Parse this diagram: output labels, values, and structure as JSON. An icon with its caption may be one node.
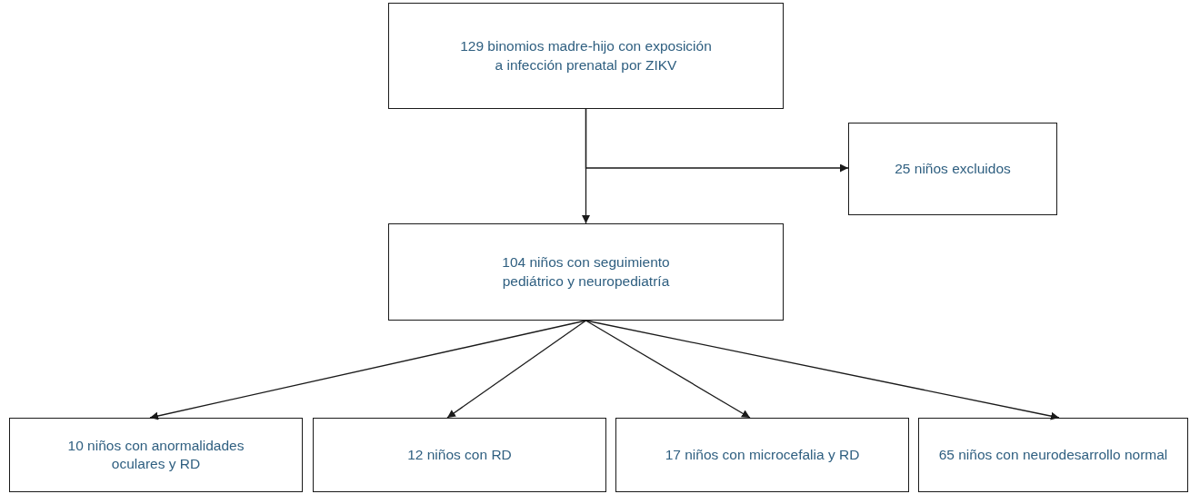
{
  "diagram": {
    "nodes": [
      {
        "text": [
          "129 binomios madre-hijo con exposición a infección prenatal por ZIKV"
        ]
      },
      {
        "text": [
          "25 niños excluidos"
        ]
      },
      {
        "text": [
          "104 niños con seguimiento pediátrico y neuropediatría"
        ]
      },
      {
        "text": [
          "10 niños con anormalidades oculares y RD"
        ]
      },
      {
        "text": [
          "12 niños con RD"
        ]
      },
      {
        "text": [
          "17 niños con microcefalia y RD"
        ]
      },
      {
        "text": [
          "65 niños con neurodesarrollo normal"
        ]
      }
    ],
    "edges": [
      {
        "from": 0,
        "to": 2,
        "arrow": "to"
      },
      {
        "from": 0,
        "to": 1,
        "arrow": "to"
      },
      {
        "from": 2,
        "to": 3,
        "arrow": "to"
      },
      {
        "from": 2,
        "to": 4,
        "arrow": "to"
      },
      {
        "from": 2,
        "to": 5,
        "arrow": "to"
      },
      {
        "from": 2,
        "to": 6,
        "arrow": "to"
      }
    ]
  }
}
